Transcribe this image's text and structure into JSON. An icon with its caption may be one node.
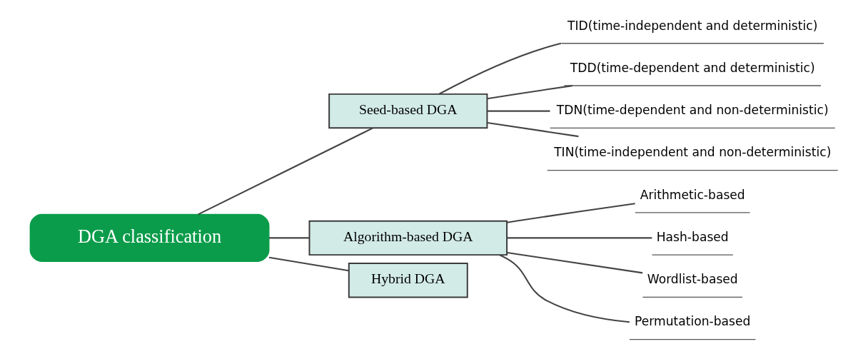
{
  "diagram": {
    "nodes": [
      {
        "text": [
          "DGA classification"
        ]
      },
      {
        "text": [
          "Seed-based DGA"
        ]
      },
      {
        "text": [
          "TID(time-independent and deterministic)"
        ]
      },
      {
        "text": [
          "TDD(time-dependent and deterministic)"
        ]
      },
      {
        "text": [
          "TDN(time-dependent and non-deterministic)"
        ]
      },
      {
        "text": [
          "TIN(time-independent and non-deterministic)"
        ]
      },
      {
        "text": [
          "Algorithm-based DGA"
        ]
      },
      {
        "text": [
          "Arithmetic-based"
        ]
      },
      {
        "text": [
          "Hash-based"
        ]
      },
      {
        "text": [
          "Wordlist-based"
        ]
      },
      {
        "text": [
          "Permutation-based"
        ]
      },
      {
        "text": [
          "Hybrid DGA"
        ]
      }
    ],
    "edges": [
      {
        "from": 0,
        "to": 1,
        "arrow": "none"
      },
      {
        "from": 0,
        "to": 6,
        "arrow": "none"
      },
      {
        "from": 0,
        "to": 11,
        "arrow": "none"
      },
      {
        "from": 1,
        "to": 2,
        "arrow": "none"
      },
      {
        "from": 1,
        "to": 3,
        "arrow": "none"
      },
      {
        "from": 1,
        "to": 4,
        "arrow": "none"
      },
      {
        "from": 1,
        "to": 5,
        "arrow": "none"
      },
      {
        "from": 6,
        "to": 7,
        "arrow": "none"
      },
      {
        "from": 6,
        "to": 8,
        "arrow": "none"
      },
      {
        "from": 6,
        "to": 9,
        "arrow": "none"
      },
      {
        "from": 6,
        "to": 10,
        "arrow": "none"
      }
    ]
  }
}
